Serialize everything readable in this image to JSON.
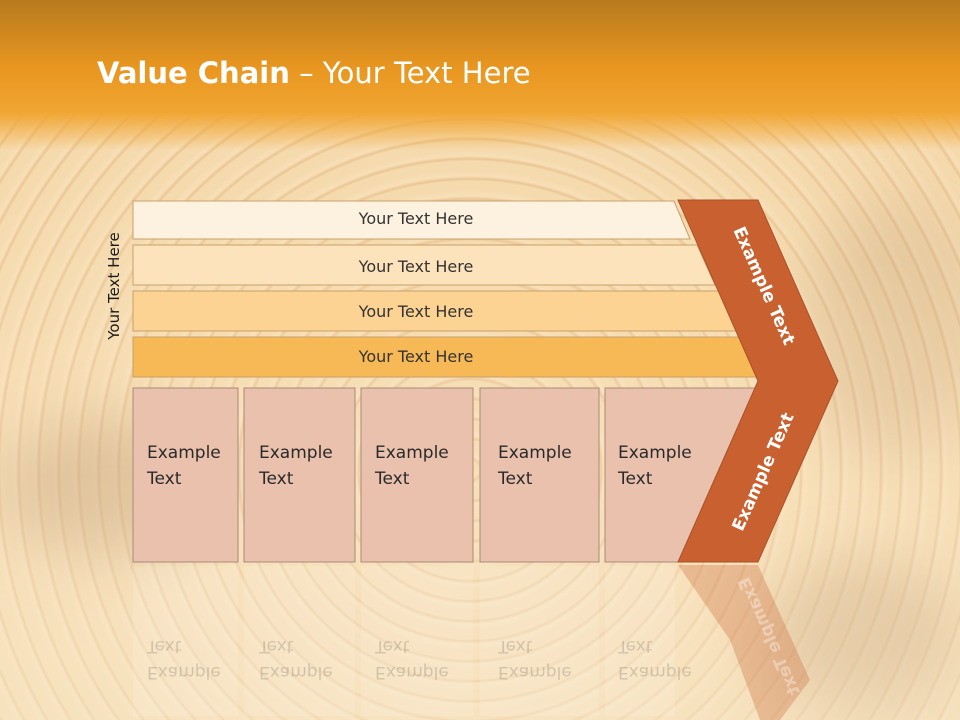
{
  "title": {
    "bold": "Value Chain",
    "rest": " – Your Text Here"
  },
  "side_label": "Your Text Here",
  "bars": [
    {
      "label": "Your Text Here",
      "color": "#fdf1df"
    },
    {
      "label": "Your Text Here",
      "color": "#fde3bb"
    },
    {
      "label": "Your Text Here",
      "color": "#fcd393"
    },
    {
      "label": "Your Text Here",
      "color": "#f7b955"
    }
  ],
  "cards": [
    {
      "line1": "Example",
      "line2": "Text"
    },
    {
      "line1": "Example",
      "line2": "Text"
    },
    {
      "line1": "Example",
      "line2": "Text"
    },
    {
      "line1": "Example",
      "line2": "Text"
    },
    {
      "line1": "Example",
      "line2": "Text"
    }
  ],
  "chevron": {
    "top_label": "Example Text",
    "bottom_label": "Example Text",
    "color": "#c8612f"
  },
  "card_color": "#e9c1ad"
}
